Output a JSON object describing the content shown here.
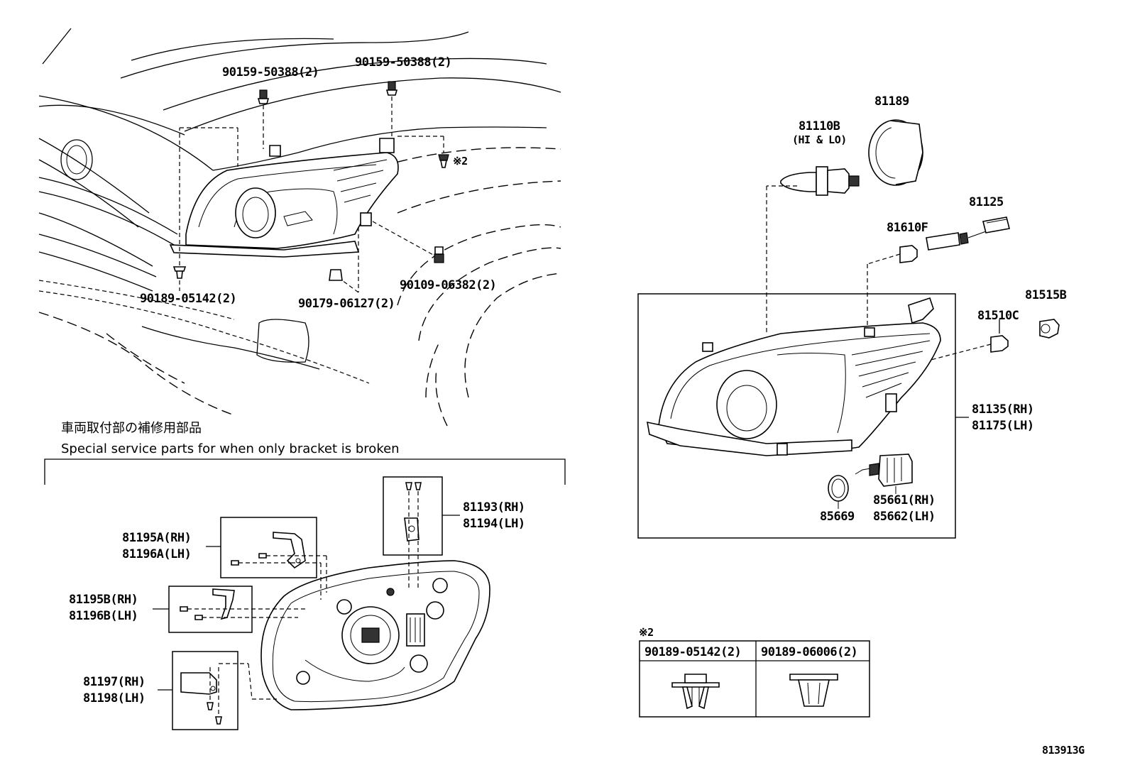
{
  "labels": {
    "bolt_left": "90159-50388(2)",
    "bolt_right": "90159-50388(2)",
    "clip_ref": "※2",
    "clip_left": "90189-05142(2)",
    "nut": "90179-06127(2)",
    "screw": "90109-06382(2)",
    "socket": "81189",
    "bulb": "81110B",
    "bulb_note": "(HI & LO)",
    "lamp_socket": "81125",
    "bulb_small": "81610F",
    "bulb_side": "81510C",
    "socket_side": "81515B",
    "headlamp_rh": "81135(RH)",
    "headlamp_lh": "81175(LH)",
    "oring": "85669",
    "actuator_rh": "85661(RH)",
    "actuator_lh": "85662(LH)",
    "bracket_a_rh": "81195A(RH)",
    "bracket_a_lh": "81196A(LH)",
    "bracket_b_rh": "81195B(RH)",
    "bracket_b_lh": "81196B(LH)",
    "bracket_top_rh": "81193(RH)",
    "bracket_top_lh": "81194(LH)",
    "bracket_bot_rh": "81197(RH)",
    "bracket_bot_lh": "81198(LH)"
  },
  "service_note": {
    "jp": "車両取付部の補修用部品",
    "en": "Special service parts for when only bracket is broken"
  },
  "clip_table": {
    "ref": "※2",
    "col1": "90189-05142(2)",
    "col2": "90189-06006(2)"
  },
  "diagram_code": "813913G"
}
